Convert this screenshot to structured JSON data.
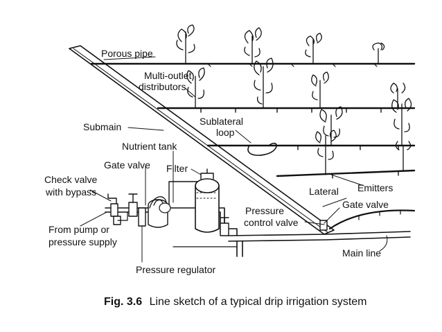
{
  "labels": {
    "porous_pipe": "Porous pipe",
    "multi_outlet_1": "Multi-outlet",
    "multi_outlet_2": "distributors",
    "submain": "Submain",
    "sublateral_1": "Sublateral",
    "sublateral_2": "loop",
    "nutrient_tank": "Nutrient tank",
    "gate_valve_left": "Gate valve",
    "filter": "Filter",
    "check_valve_1": "Check valve",
    "check_valve_2": "with bypass",
    "from_pump_1": "From pump or",
    "from_pump_2": "pressure supply",
    "pressure_regulator": "Pressure regulator",
    "emitters": "Emitters",
    "lateral": "Lateral",
    "gate_valve_right": "Gate valve",
    "pressure_control_1": "Pressure",
    "pressure_control_2": "control valve",
    "main_line": "Main line"
  },
  "caption": {
    "fig_no": "Fig. 3.6",
    "text": "Line sketch of a typical drip irrigation system"
  }
}
